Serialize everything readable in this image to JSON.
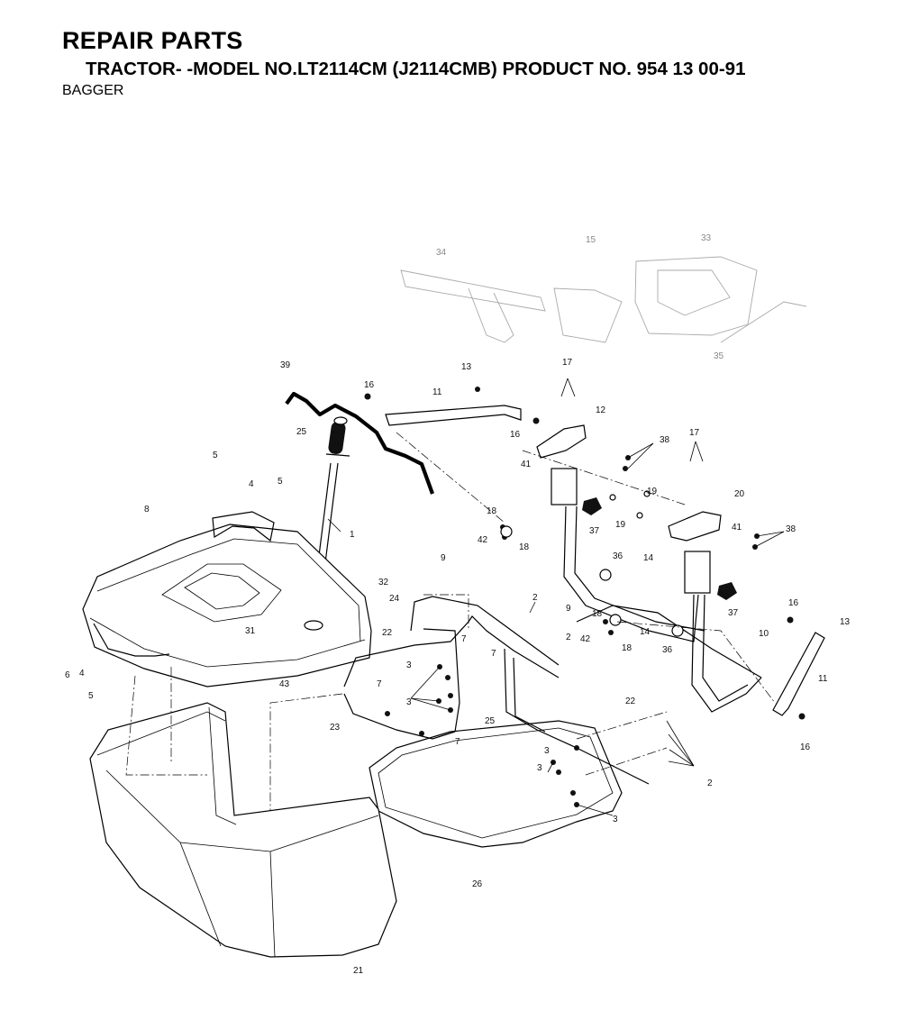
{
  "header": {
    "title": "REPAIR PARTS",
    "model_line": "TRACTOR- -MODEL NO.LT2114CM (J2114CMB) PRODUCT NO. 954 13 00-91",
    "section": "BAGGER"
  },
  "callouts": {
    "c1": "1",
    "c2a": "2",
    "c2b": "2",
    "c2c": "2",
    "c3a": "3",
    "c3b": "3",
    "c3c": "3",
    "c3d": "3",
    "c3e": "3",
    "c4a": "4",
    "c4b": "4",
    "c5a": "5",
    "c5b": "5",
    "c6": "6",
    "c7a": "7",
    "c7b": "7",
    "c7c": "7",
    "c8": "8",
    "c9a": "9",
    "c9b": "9",
    "c10": "10",
    "c11a": "11",
    "c11b": "11",
    "c12": "12",
    "c13a": "13",
    "c13b": "13",
    "c14a": "14",
    "c14b": "14",
    "c15": "15",
    "c16a": "16",
    "c16b": "16",
    "c16c": "16",
    "c16d": "16",
    "c17a": "17",
    "c17b": "17",
    "c18a": "18",
    "c18b": "18",
    "c18c": "18",
    "c18d": "18",
    "c19a": "19",
    "c19b": "19",
    "c20": "20",
    "c21": "21",
    "c22a": "22",
    "c22b": "22",
    "c23": "23",
    "c24": "24",
    "c25a": "25",
    "c25b": "25",
    "c26": "26",
    "c31": "31",
    "c32": "32",
    "c33": "33",
    "c34": "34",
    "c35": "35",
    "c36a": "36",
    "c36b": "36",
    "c37a": "37",
    "c37b": "37",
    "c38a": "38",
    "c38b": "38",
    "c39": "39",
    "c41a": "41",
    "c41b": "41",
    "c42a": "42",
    "c42b": "42",
    "c43": "43",
    "c7d": "7"
  }
}
